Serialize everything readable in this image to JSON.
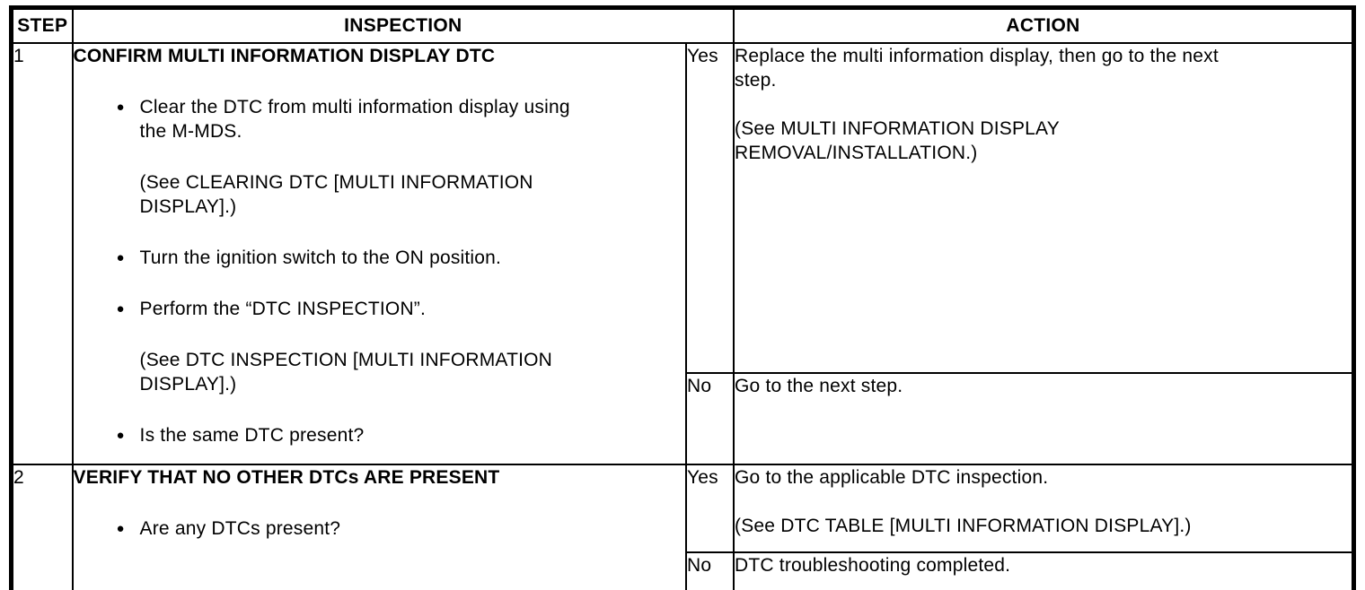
{
  "glyphs": {
    "bullet": "●"
  },
  "table": {
    "headers": {
      "step": "STEP",
      "inspection": "INSPECTION",
      "action": "ACTION"
    },
    "rows": [
      {
        "step": "1",
        "inspection": {
          "title": "CONFIRM MULTI INFORMATION DISPLAY DTC",
          "items": [
            {
              "type": "bullet",
              "text": "Clear the DTC from multi information display using\nthe M-MDS."
            },
            {
              "type": "note",
              "text": "(See CLEARING DTC [MULTI INFORMATION\nDISPLAY].)"
            },
            {
              "type": "bullet",
              "text": "Turn the ignition switch to the ON position."
            },
            {
              "type": "bullet",
              "text": "Perform the “DTC INSPECTION”."
            },
            {
              "type": "note",
              "text": "(See DTC INSPECTION [MULTI INFORMATION\nDISPLAY].)"
            },
            {
              "type": "bullet",
              "text": "Is the same DTC present?"
            }
          ]
        },
        "yes": {
          "label": "Yes",
          "action": "Replace the multi information display, then go to the next\nstep.\n\n(See MULTI INFORMATION DISPLAY\nREMOVAL/INSTALLATION.)"
        },
        "no": {
          "label": "No",
          "action": "Go to the next step."
        }
      },
      {
        "step": "2",
        "inspection": {
          "title": "VERIFY THAT NO OTHER DTCs ARE PRESENT",
          "items": [
            {
              "type": "bullet",
              "text": "Are any DTCs present?"
            }
          ]
        },
        "yes": {
          "label": "Yes",
          "action": "Go to the applicable DTC inspection.\n\n(See DTC TABLE [MULTI INFORMATION DISPLAY].)"
        },
        "no": {
          "label": "No",
          "action": "DTC troubleshooting completed."
        }
      }
    ]
  }
}
